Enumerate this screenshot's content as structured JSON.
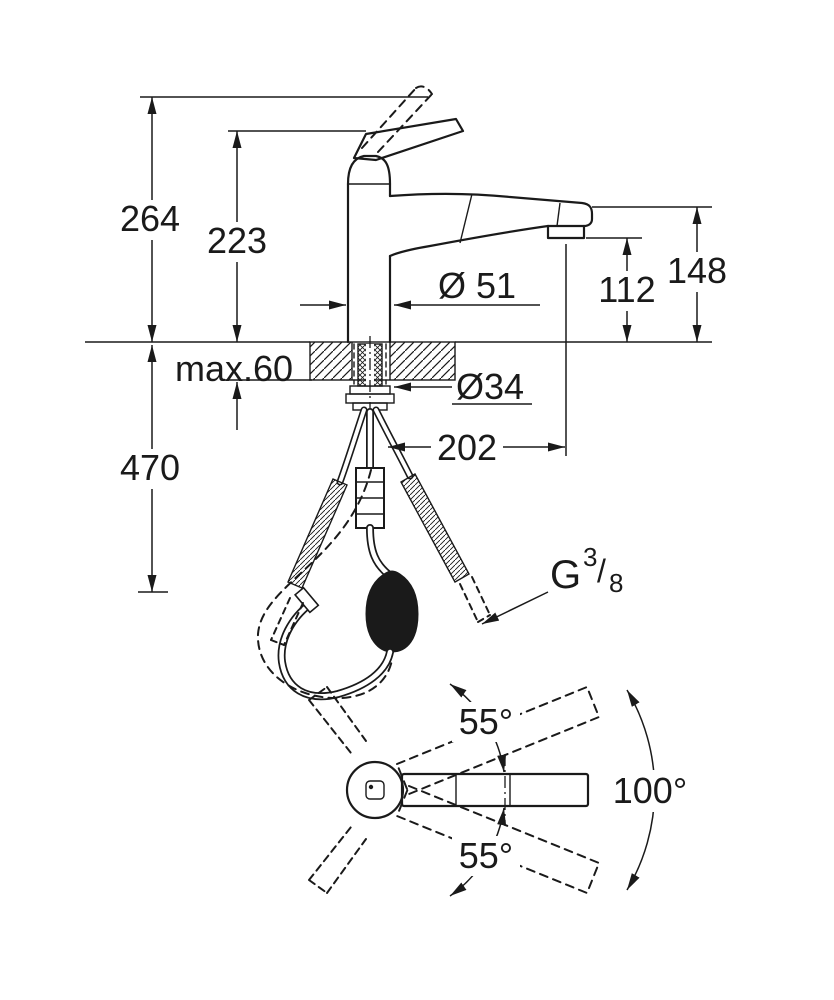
{
  "diagram": {
    "type": "technical-drawing",
    "subject": "Kitchen faucet with pull-out spray - installation dimensions (mm)",
    "line_color": "#1a1a1a",
    "bg_color": "#ffffff",
    "side_view": {
      "overall_height": "264",
      "body_height": "223",
      "outlet_height": "112",
      "spout_end_height": "148",
      "body_diameter": "Ø 51",
      "max_deck_thickness": "max.60",
      "hole_diameter": "Ø34",
      "spout_reach": "202",
      "hose_length": "470",
      "thread": {
        "g": "G",
        "numerator": "3",
        "slash": "/",
        "denominator": "8"
      }
    },
    "top_view": {
      "swivel_upper": "55°",
      "swivel_total": "100°",
      "swivel_lower": "55°"
    }
  }
}
